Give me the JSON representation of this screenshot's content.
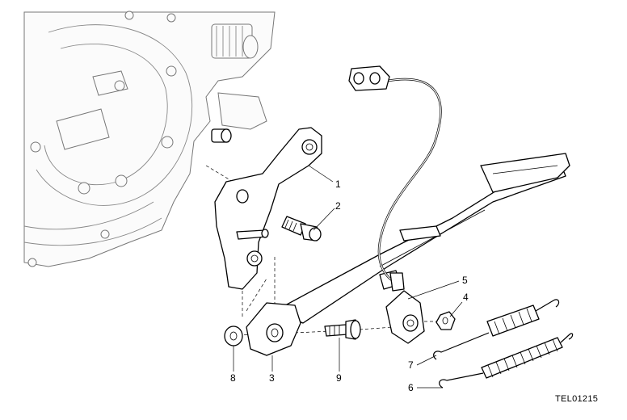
{
  "callouts": [
    {
      "id": "c1",
      "label": "1"
    },
    {
      "id": "c2",
      "label": "2"
    },
    {
      "id": "c3",
      "label": "3"
    },
    {
      "id": "c4",
      "label": "4"
    },
    {
      "id": "c5",
      "label": "5"
    },
    {
      "id": "c6",
      "label": "6"
    },
    {
      "id": "c7",
      "label": "7"
    },
    {
      "id": "c8",
      "label": "8"
    },
    {
      "id": "c9",
      "label": "9"
    }
  ],
  "reference_code": "TEL01215",
  "colors": {
    "line": "#000000",
    "engine": "#777777",
    "background": "#ffffff"
  }
}
